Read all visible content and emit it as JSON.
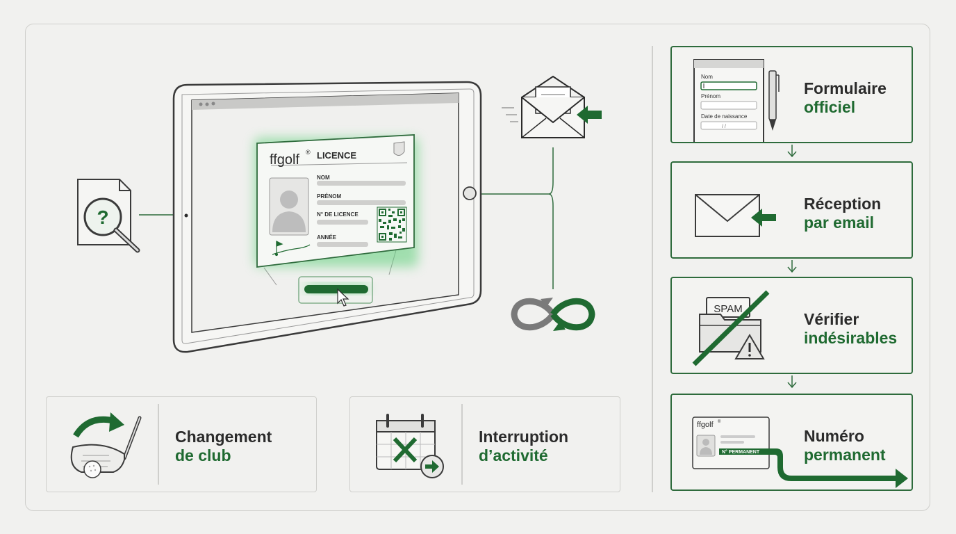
{
  "license_card": {
    "brand": "ffgolf",
    "brand_mark": "®",
    "title": "LICENCE",
    "fields": [
      "NOM",
      "PRÉNOM",
      "N° DE LICENCE",
      "ANNÉE"
    ]
  },
  "steps": [
    {
      "line1": "Formulaire",
      "line2": "officiel",
      "icon": "form-pen-icon"
    },
    {
      "line1": "Réception",
      "line2": "par email",
      "icon": "email-in-icon"
    },
    {
      "line1": "Vérifier",
      "line2": "indésirables",
      "icon": "spam-folder-icon"
    },
    {
      "line1": "Numéro",
      "line2": "permanent",
      "icon": "permanent-license-icon"
    }
  ],
  "form": {
    "fields": [
      "Nom",
      "Prénom",
      "Date de naissance"
    ],
    "date_placeholder": "/   /"
  },
  "spam_label": "SPAM",
  "mini_card": {
    "brand": "ffgolf",
    "brand_mark": "®",
    "tag": "N° PERMANENT"
  },
  "cards": [
    {
      "line1": "Changement",
      "line2": "de club",
      "icon": "golf-club-change-icon"
    },
    {
      "line1": "Interruption",
      "line2": "d’activité",
      "icon": "calendar-pause-icon"
    }
  ],
  "colors": {
    "accent": "#1f6a31",
    "border": "#cfcfcc",
    "background": "#f1f1ef"
  }
}
